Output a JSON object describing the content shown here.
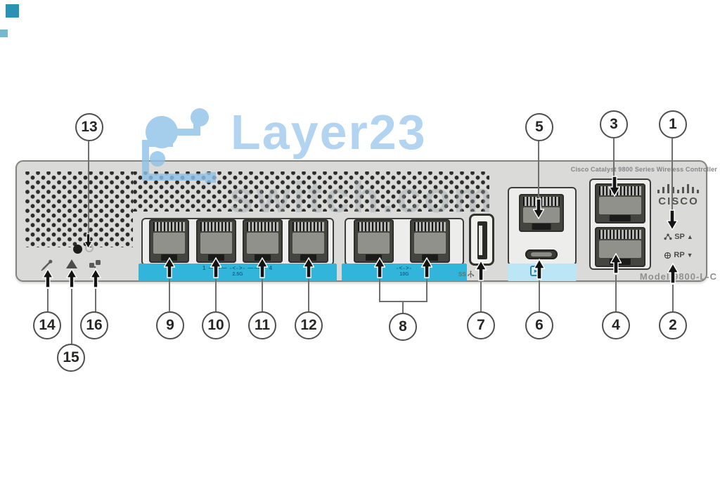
{
  "watermark": {
    "brand": "Layer23",
    "domain": "switch.com"
  },
  "chassis": {
    "title": "Cisco Catalyst 9800 Series Wireless Controller",
    "model": "Model 9800-L-C",
    "logo_text": "CISCO",
    "sp_label": "SP",
    "sp_arrow": "▲",
    "rp_label": "RP",
    "rp_arrow": "▼",
    "usb_label": "SS",
    "console_glyph": "▸",
    "group_a": {
      "line": "1 ———  -<->-  ——— 4",
      "speed": "2.5G"
    },
    "group_b": {
      "line": "-<->-",
      "speed": "10G"
    }
  },
  "callouts": {
    "c1": "1",
    "c2": "2",
    "c3": "3",
    "c4": "4",
    "c5": "5",
    "c6": "6",
    "c7": "7",
    "c8": "8",
    "c9": "9",
    "c10": "10",
    "c11": "11",
    "c12": "12",
    "c13": "13",
    "c14": "14",
    "c15": "15",
    "c16": "16"
  },
  "colors": {
    "strip_cyan": "#31b5da",
    "strip_light": "#bce5f5",
    "watermark_blue": "#a5cdee",
    "chassis_gray": "#dadad8",
    "teal_square": "#2a93b4"
  }
}
